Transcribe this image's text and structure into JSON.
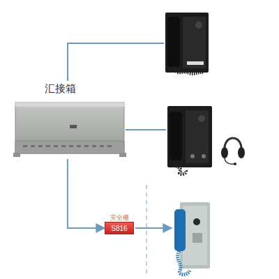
{
  "diagram": {
    "nodes": [
      {
        "text": [
          "汇接箱"
        ]
      },
      {
        "text": [
          "安全栅",
          "S816"
        ]
      }
    ],
    "edges": [
      {
        "from": 0,
        "to": 1,
        "arrow": "to"
      }
    ]
  }
}
